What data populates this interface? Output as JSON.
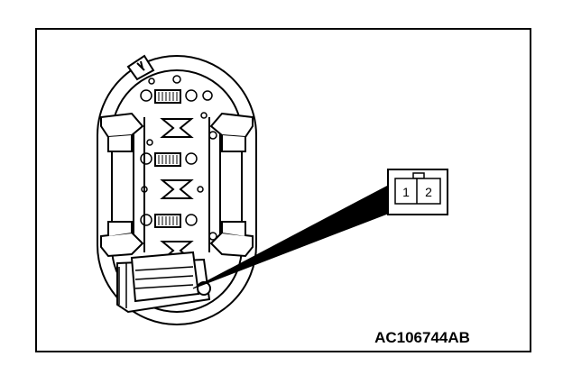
{
  "figure": {
    "code": "AC106744AB",
    "connector_pins": [
      "1",
      "2"
    ]
  }
}
